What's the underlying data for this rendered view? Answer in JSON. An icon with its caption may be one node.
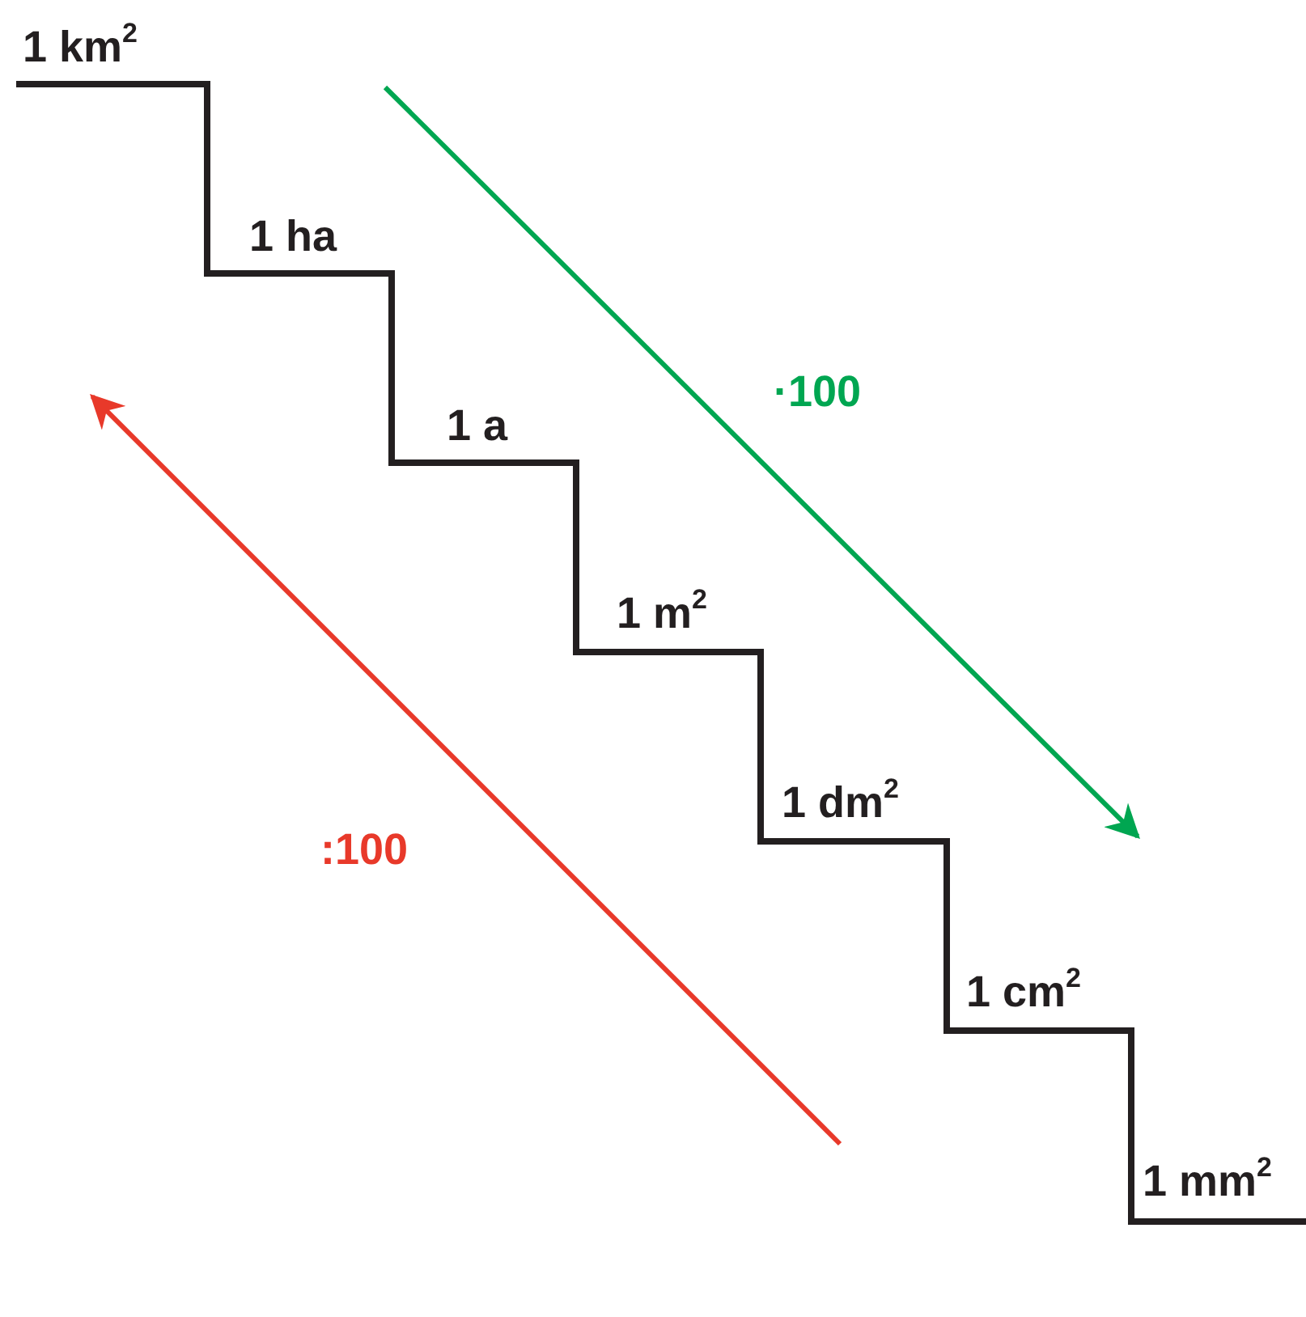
{
  "diagram": {
    "labels": [
      "1 km$^{2}$",
      "1 ha",
      "1 a",
      "1 m$^{2}$",
      "1 dm$^{2}$",
      "1 cm$^{2}$",
      "1 mm$^{2}$",
      "·100",
      ":100"
    ]
  }
}
